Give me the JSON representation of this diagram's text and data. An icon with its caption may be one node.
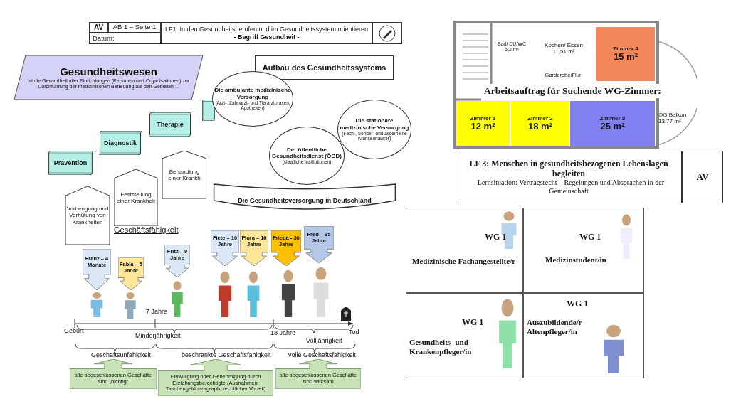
{
  "diagram": {
    "nodes": [
      {
        "text": [
          "AV"
        ]
      },
      {
        "text": [
          "AB 1 – Seite 1"
        ]
      },
      {
        "text": [
          "Datum:"
        ]
      },
      {
        "text": [
          "LF1: In den Gesundheitsberufen und im Gesundheitssystem orientieren",
          "- Begriff Gesundheit -"
        ]
      },
      {
        "text": [
          "Gesundheitswesen",
          "ist die Gesamtheit aller Einrichtungen (Personen und Organisationen) zur Durchführung der medizinischen Betreuung auf den Gebieten ..."
        ]
      },
      {
        "text": [
          "Prävention"
        ]
      },
      {
        "text": [
          "Diagnostik"
        ]
      },
      {
        "text": [
          "Therapie"
        ]
      },
      {
        "text": [],
        "shape": "box"
      },
      {
        "text": [
          "Vorbeugung und Verhütung von Krankheiten"
        ]
      },
      {
        "text": [
          "Feststellung einer Krankheit"
        ]
      },
      {
        "text": [
          "Behandlung einer Krankh"
        ]
      },
      {
        "text": [
          "Aufbau des Gesundheitssystems"
        ]
      },
      {
        "text": [
          "Die ambulante medizinische Versorgung",
          "(Arzt-, Zahnarzt- und Tierarztpraxen, Apotheken)"
        ]
      },
      {
        "text": [
          "Der öffentliche Gesundheitsdienst (ÖGD)",
          "(staatliche Institutionen)"
        ]
      },
      {
        "text": [
          "Die stationäre medizinische Versorgung",
          "(Fach-, Sonder- und allgemeine Krankenhäuser)"
        ]
      },
      {
        "text": [
          "Die Gesundheitsversorgung in Deutschland"
        ]
      },
      {
        "text": [
          "Franz – 4 Monate"
        ]
      },
      {
        "text": [
          "Fabia – 5 Jahre"
        ]
      },
      {
        "text": [
          "Fritz – 9 Jahre"
        ]
      },
      {
        "text": [
          "Fiete – 16 Jahre"
        ]
      },
      {
        "text": [
          "Flora – 16 Jahre"
        ]
      },
      {
        "text": [
          "Frieda - 36 Jahre"
        ]
      },
      {
        "text": [
          "Fred – 35 Jahre"
        ]
      },
      {
        "text": [
          "alle abgeschlossenen Geschäfte sind „nichtig“"
        ]
      },
      {
        "text": [
          "Einwilligung oder Genehmigung durch Erziehungsberechtigte (Ausnahmen: Taschengeldparagraph, rechtlicher Vorteil)"
        ]
      },
      {
        "text": [
          "alle abgeschlossenen Geschäfte sind wirksam"
        ]
      },
      {
        "text": [
          "Bad/ DU/WC",
          "6,2 m²"
        ]
      },
      {
        "text": [
          "Kochen/ Essen",
          "11,51 m²"
        ]
      },
      {
        "text": [
          "Zimmer 4",
          "15 m²"
        ]
      },
      {
        "text": [
          "Garderobe/Flur"
        ]
      },
      {
        "text": [
          "Zimmer 1",
          "12 m²"
        ]
      },
      {
        "text": [
          "Zimmer 2",
          "18 m²"
        ]
      },
      {
        "text": [
          "Zimmer 3",
          "25 m²"
        ]
      },
      {
        "text": [
          "OG Balkon",
          "13,77 m²"
        ]
      },
      {
        "text": [
          "LF 3: Menschen in gesundheitsbezogenen Lebenslagen begleiten",
          "- Lernsituation: Vertragsrecht – Regelungen und Absprachen in der Gemeinschaft"
        ]
      },
      {
        "text": [
          "AV"
        ]
      }
    ],
    "labels": [
      "Geschäftsfähigkeit",
      "7 Jahre",
      "Geburt",
      "Minderjährigkeit",
      "18 Jahre",
      "Tod",
      "Volljährigkeit",
      "Geschäftsunfähigkeit",
      "beschränkte Geschäftsfähigkeit",
      "volle Geschäftsfähigkeit",
      "Arbeitsauftrag für Suchende WG-Zimmer:",
      "WG 1",
      "Medizinische Fachangestellte/r",
      "WG 1",
      "Medizinstudent/in",
      "WG 1",
      "Gesundheits- und Krankenpfleger/in",
      "WG 1",
      "Auszubildende/r Altenpfleger/in"
    ]
  }
}
